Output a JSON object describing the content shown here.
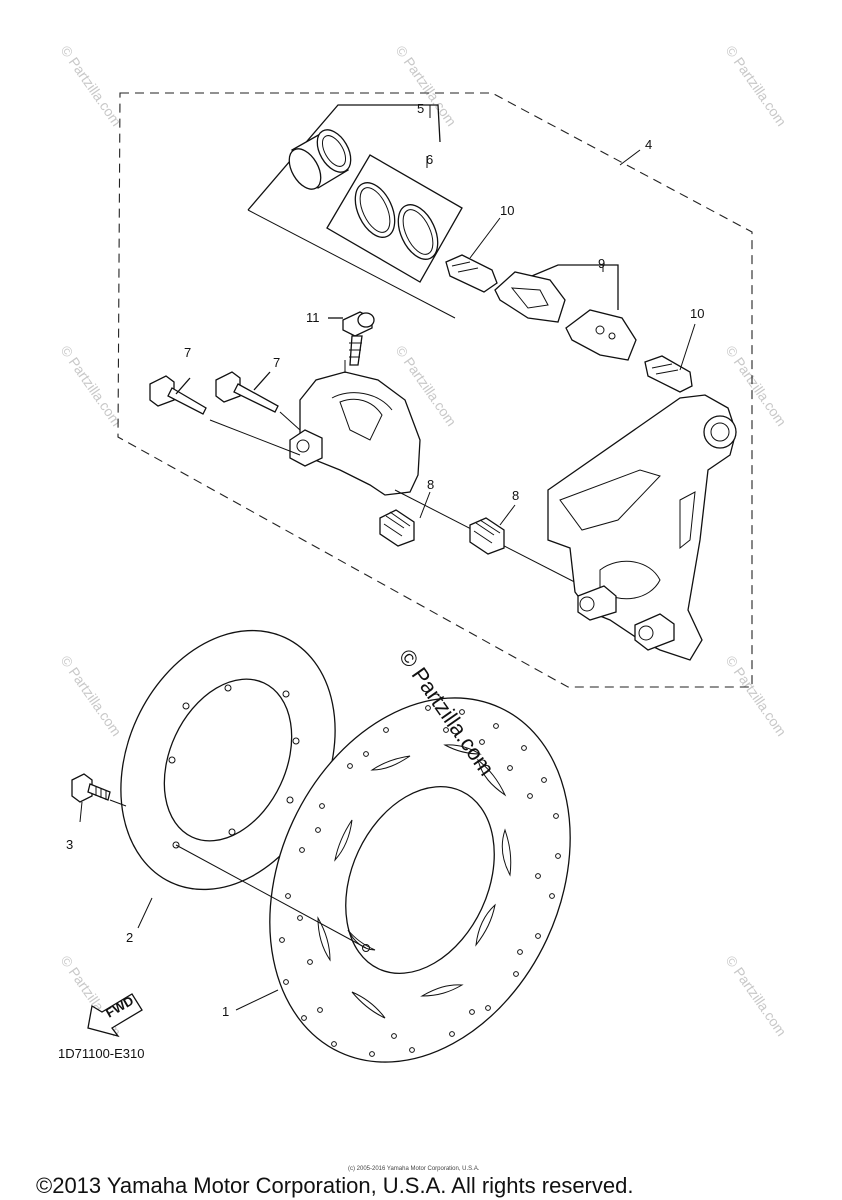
{
  "callouts": {
    "c1": "1",
    "c2": "2",
    "c3": "3",
    "c4": "4",
    "c5": "5",
    "c6": "6",
    "c7a": "7",
    "c7b": "7",
    "c8a": "8",
    "c8b": "8",
    "c9": "9",
    "c10a": "10",
    "c10b": "10",
    "c11": "11"
  },
  "fwd_label": "FWD",
  "diagram_code": "1D71100-E310",
  "watermark": {
    "text": "© Partzilla.com"
  },
  "footer": {
    "copyright": "©2013 Yamaha Motor Corporation, U.S.A. All rights reserved.",
    "small_notice": "(c) 2005-2016 Yamaha Motor Corporation, U.S.A."
  },
  "colors": {
    "line": "#111111",
    "watermark": "#c8c8c8",
    "background": "#ffffff"
  }
}
